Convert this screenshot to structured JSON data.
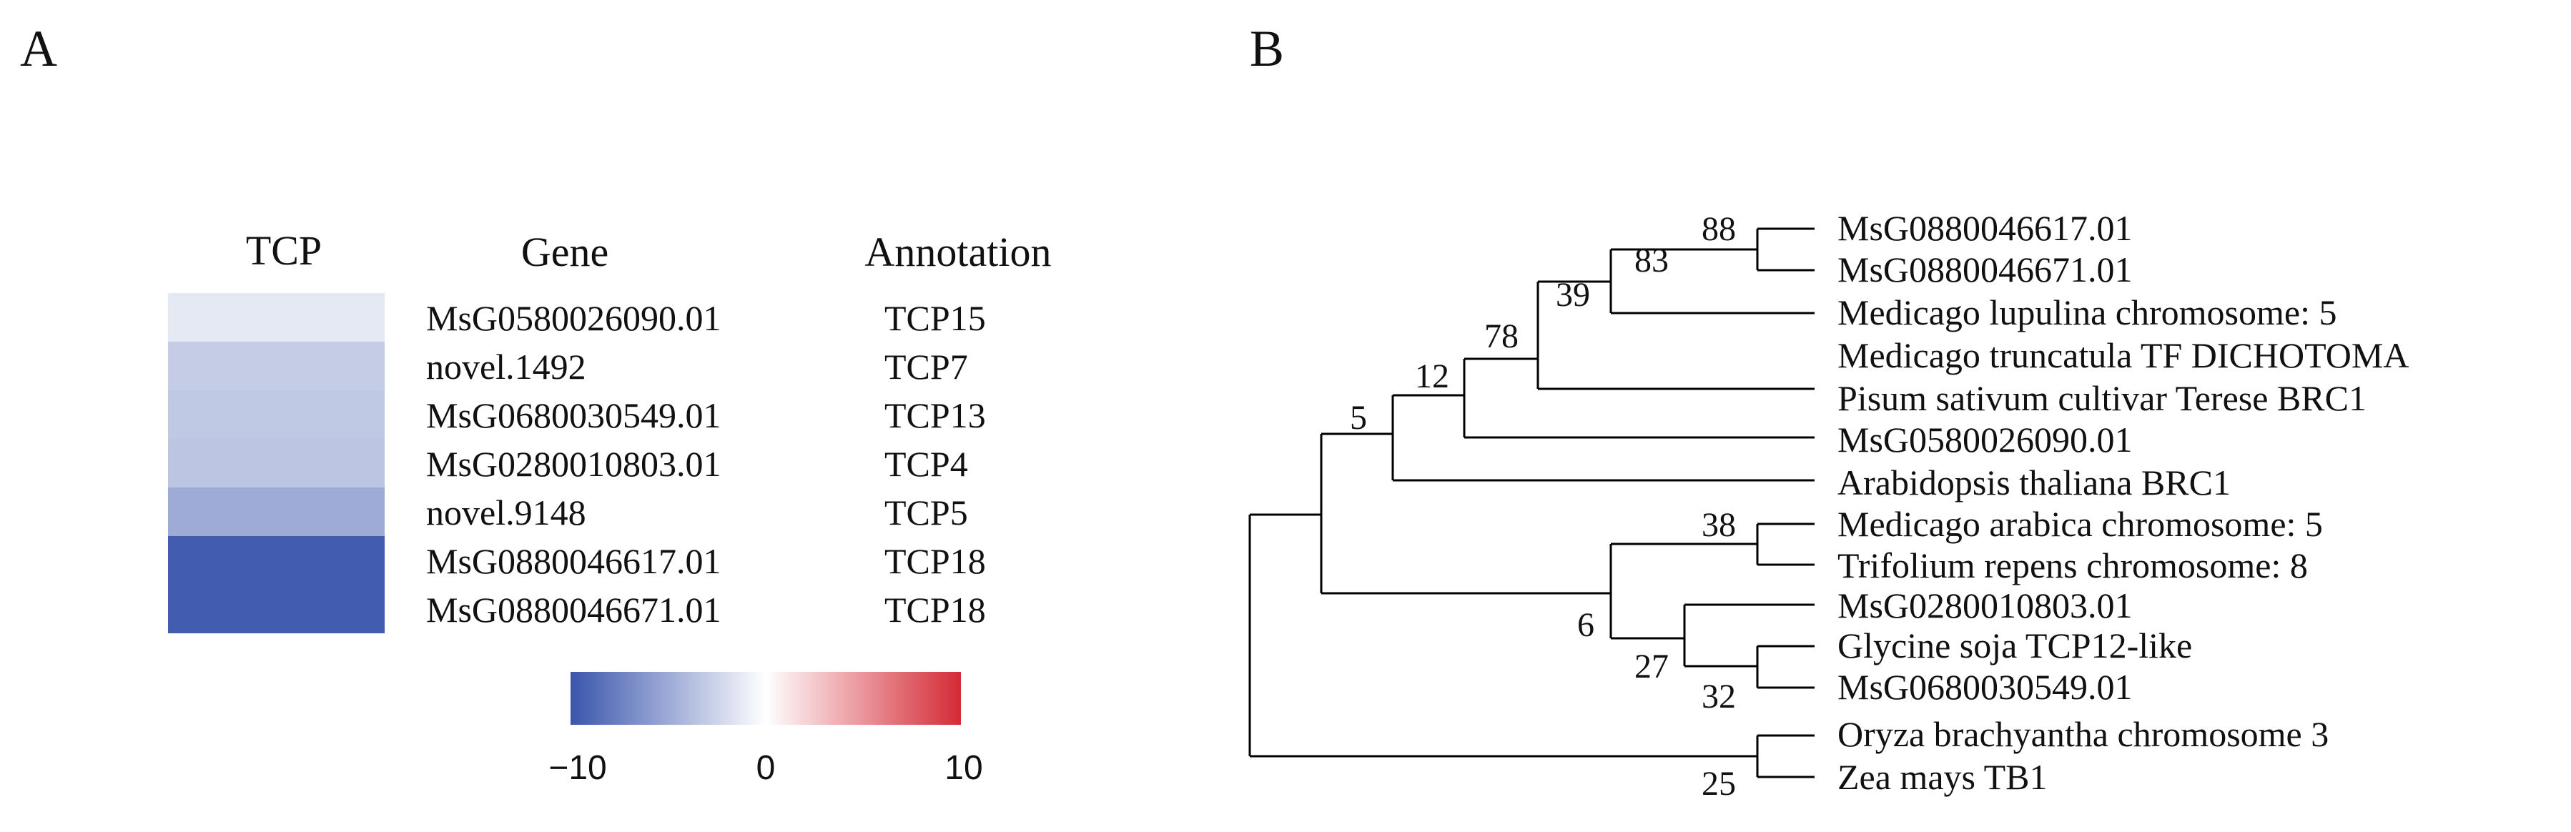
{
  "panel_a": {
    "label": "A",
    "header_tcp": "TCP",
    "header_gene": "Gene",
    "header_annotation": "Annotation",
    "rows": [
      {
        "gene": "MsG0580026090.01",
        "annotation": "TCP15",
        "value": -1.3
      },
      {
        "gene": "novel.1492",
        "annotation": "TCP7",
        "value": -3.0
      },
      {
        "gene": "MsG0680030549.01",
        "annotation": "TCP13",
        "value": -3.2
      },
      {
        "gene": "MsG0280010803.01",
        "annotation": "TCP4",
        "value": -3.4
      },
      {
        "gene": "novel.9148",
        "annotation": "TCP5",
        "value": -5.0
      },
      {
        "gene": "MsG0880046617.01",
        "annotation": "TCP18",
        "value": -9.6
      },
      {
        "gene": "MsG0880046671.01",
        "annotation": "TCP18",
        "value": -9.6
      }
    ],
    "colorbar": {
      "min": -10,
      "mid": 0,
      "max": 10,
      "ticks": [
        "−10",
        "0",
        "10"
      ],
      "low_color": "#3a56ac",
      "mid_color": "#ffffff",
      "high_color": "#d42a35"
    }
  },
  "panel_b": {
    "label": "B",
    "leaves": [
      "MsG0880046617.01",
      "MsG0880046671.01",
      "Medicago lupulina chromosome: 5",
      "Medicago truncatula TF DICHOTOMA",
      "Pisum sativum cultivar Terese BRC1",
      "MsG0580026090.01",
      "Arabidopsis thaliana BRC1",
      "Medicago arabica chromosome: 5",
      "Trifolium repens chromosome: 8",
      "MsG0280010803.01",
      "Glycine soja TCP12-like",
      "MsG0680030549.01",
      "Oryza brachyantha chromosome 3",
      "Zea mays TB1"
    ],
    "bootstrap": [
      "88",
      "83",
      "39",
      "78",
      "12",
      "5",
      "38",
      "6",
      "27",
      "32",
      "25"
    ]
  }
}
